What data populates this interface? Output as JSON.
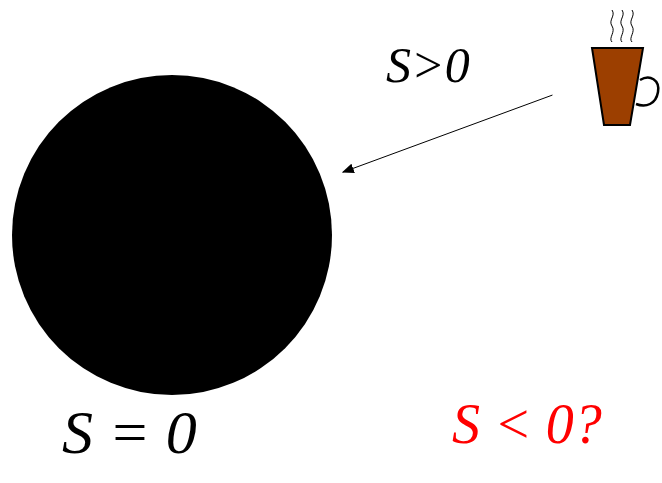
{
  "diagram": {
    "nodes": [
      {
        "text": [
          "S = 0"
        ]
      },
      {
        "text": []
      }
    ],
    "edges": [
      {
        "from": 1,
        "to": 0,
        "arrow": "to",
        "label": "S>0"
      }
    ],
    "labels": [
      "S < 0?"
    ]
  }
}
